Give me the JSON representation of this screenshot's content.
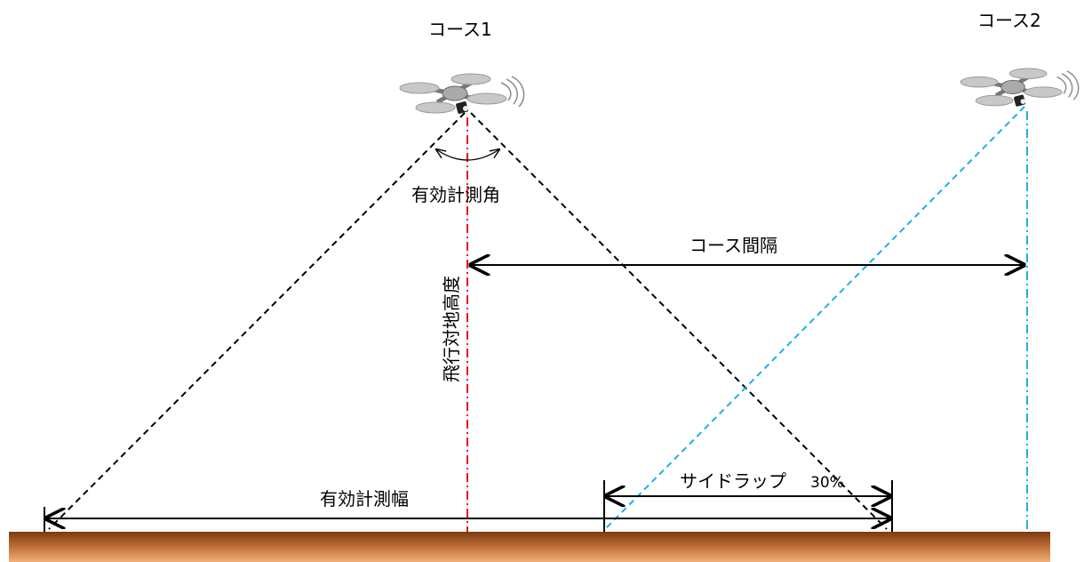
{
  "labels": {
    "course1": "コース1",
    "course2": "コース2",
    "effective_angle": "有効計測角",
    "course_interval": "コース間隔",
    "flight_altitude": "飛行対地高度",
    "effective_width": "有効計測幅",
    "sidelap": "サイドラップ",
    "sidelap_percent": "30%"
  },
  "colors": {
    "course1_line": "#e8131b",
    "course2_line": "#1ab0e8",
    "scan_line": "#000000",
    "ground_top": "#7a3a10",
    "ground_bottom": "#f0b07a"
  },
  "icons": {
    "drone1": "quadcopter-drone-icon",
    "drone2": "quadcopter-drone-icon"
  }
}
